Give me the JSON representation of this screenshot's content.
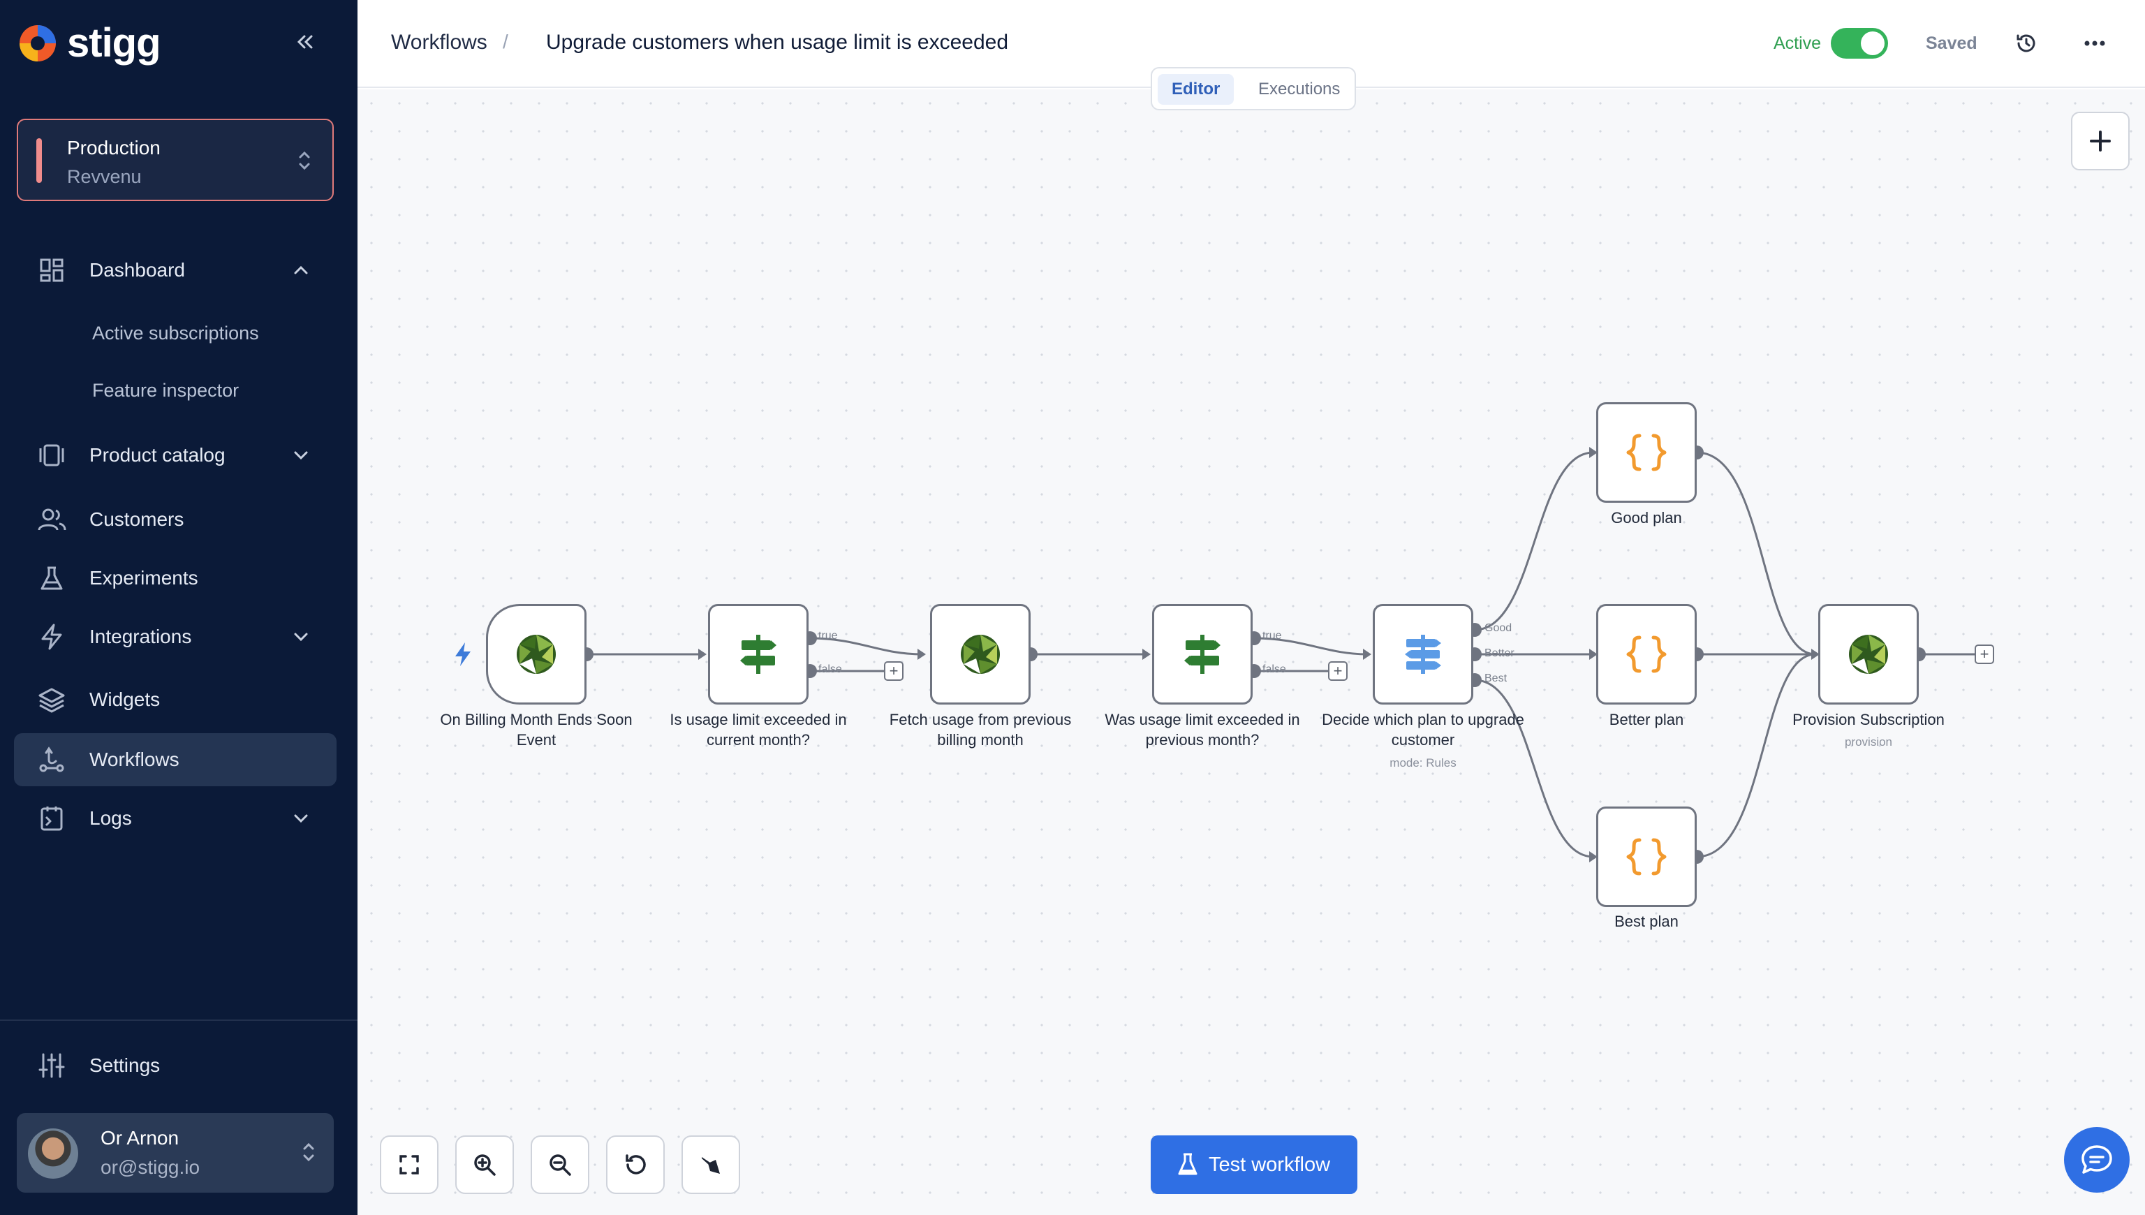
{
  "app": {
    "logo_text": "stigg"
  },
  "environment": {
    "name": "Production",
    "account": "Revvenu"
  },
  "sidebar": {
    "items": [
      {
        "label": "Dashboard",
        "icon": "dashboard-icon"
      },
      {
        "label": "Product catalog",
        "icon": "catalog-icon"
      },
      {
        "label": "Customers",
        "icon": "users-icon"
      },
      {
        "label": "Experiments",
        "icon": "flask-icon"
      },
      {
        "label": "Integrations",
        "icon": "bolt-icon"
      },
      {
        "label": "Widgets",
        "icon": "layers-icon"
      },
      {
        "label": "Workflows",
        "icon": "workflow-icon"
      },
      {
        "label": "Logs",
        "icon": "logs-icon"
      }
    ],
    "dashboard_sub": [
      "Active subscriptions",
      "Feature inspector"
    ],
    "active_item": "Workflows",
    "settings_label": "Settings"
  },
  "user": {
    "name": "Or Arnon",
    "email": "or@stigg.io"
  },
  "header": {
    "breadcrumb_root": "Workflows",
    "breadcrumb_sep": "/",
    "title": "Upgrade customers when usage limit is exceeded",
    "status_label": "Active",
    "status_on": true,
    "saved_label": "Saved"
  },
  "tabs": {
    "editor": "Editor",
    "executions": "Executions",
    "selected": "Editor"
  },
  "workflow": {
    "nodes": [
      {
        "label": "On Billing Month Ends Soon Event",
        "type": "trigger"
      },
      {
        "label": "Is usage limit exceeded in current month?",
        "type": "if"
      },
      {
        "label": "Fetch usage from previous billing month",
        "type": "stigg"
      },
      {
        "label": "Was usage limit exceeded in previous month?",
        "type": "if"
      },
      {
        "label": "Decide which plan to upgrade customer",
        "sublabel": "mode: Rules",
        "type": "switch"
      },
      {
        "label": "Good plan",
        "type": "code"
      },
      {
        "label": "Better plan",
        "type": "code"
      },
      {
        "label": "Best plan",
        "type": "code"
      },
      {
        "label": "Provision Subscription",
        "sublabel": "provision",
        "type": "stigg"
      }
    ],
    "branch_labels": {
      "true": "true",
      "false": "false",
      "good": "Good",
      "better": "Better",
      "best": "Best"
    }
  },
  "toolbar": {
    "tools": [
      "fit-view-icon",
      "zoom-in-icon",
      "zoom-out-icon",
      "undo-icon",
      "clear-icon"
    ],
    "test_label": "Test workflow"
  },
  "colors": {
    "sidebar_bg": "#0b1a38",
    "accent": "#2f6fe4",
    "active_green": "#34b35a",
    "if_green": "#2e7d32",
    "switch_blue": "#5b9be6",
    "code_orange": "#f29a2e"
  }
}
